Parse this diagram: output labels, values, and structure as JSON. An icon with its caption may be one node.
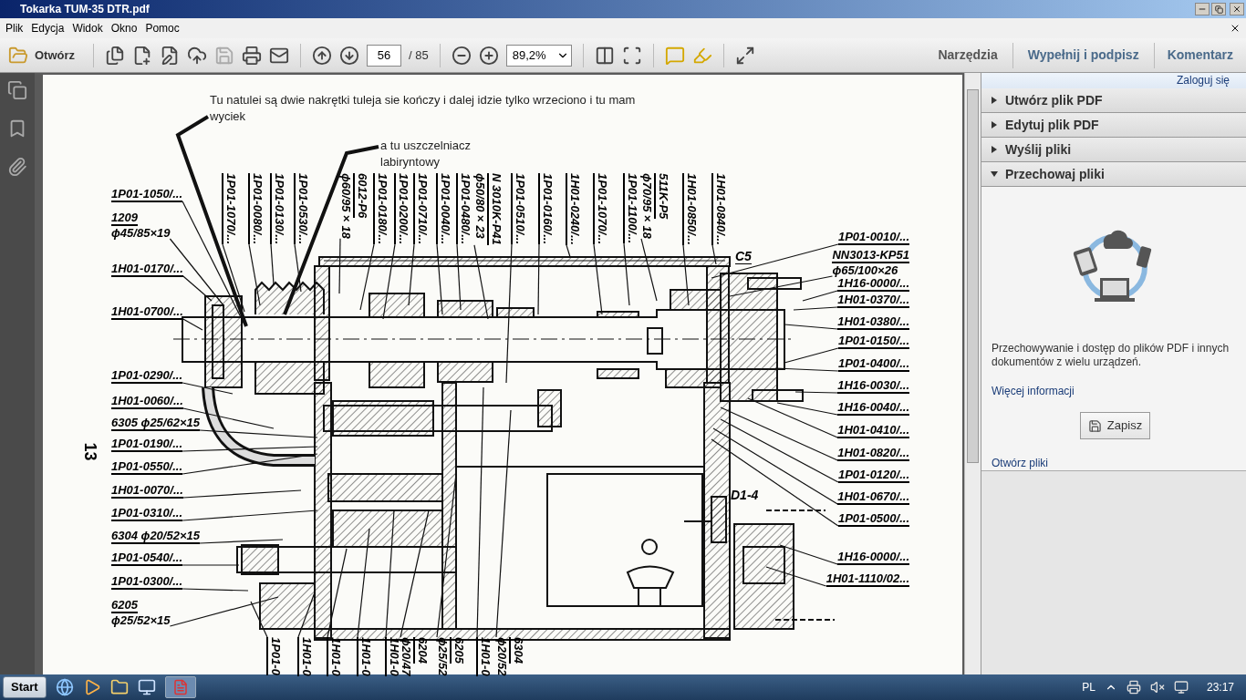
{
  "diagram": {
    "nodes": [
      {
        "text": [
          "Tu natulei są dwie nakrętki tuleja sie kończy i dalej idzie tylko wrzeciono i tu mam wyciek"
        ]
      },
      {
        "text": [
          "a tu uszczelniacz labiryntowy"
        ]
      },
      {
        "text": [
          "1P01-1050/..."
        ]
      },
      {
        "text": [
          "1209",
          "ϕ45/85×19"
        ]
      },
      {
        "text": [
          "1H01-0170/..."
        ]
      },
      {
        "text": [
          "1H01-0700/..."
        ]
      },
      {
        "text": [
          "1P01-0290/..."
        ]
      },
      {
        "text": [
          "1H01-0060/..."
        ]
      },
      {
        "text": [
          "6305 ϕ25/62×15"
        ]
      },
      {
        "text": [
          "1P01-0190/..."
        ]
      },
      {
        "text": [
          "1P01-0550/..."
        ]
      },
      {
        "text": [
          "1H01-0070/..."
        ]
      },
      {
        "text": [
          "1P01-0310/..."
        ]
      },
      {
        "text": [
          "6304 ϕ20/52×15"
        ]
      },
      {
        "text": [
          "1P01-0540/..."
        ]
      },
      {
        "text": [
          "1P01-0300/..."
        ]
      },
      {
        "text": [
          "6205",
          "ϕ25/52×15"
        ]
      },
      {
        "text": [
          "1P01-1070/..."
        ]
      },
      {
        "text": [
          "1P01-0080/..."
        ]
      },
      {
        "text": [
          "1P01-0130/..."
        ]
      },
      {
        "text": [
          "1P01-0530/..."
        ]
      },
      {
        "text": [
          "6012-P6",
          "ϕ60/95×18"
        ]
      },
      {
        "text": [
          "1P01-0180/..."
        ]
      },
      {
        "text": [
          "1P01-0200/..."
        ]
      },
      {
        "text": [
          "1P01-0710/..."
        ]
      },
      {
        "text": [
          "1P01-0040/..."
        ]
      },
      {
        "text": [
          "1P01-0480/..."
        ]
      },
      {
        "text": [
          "N 3010K-P41",
          "ϕ50/80×23"
        ]
      },
      {
        "text": [
          "1P01-0510/..."
        ]
      },
      {
        "text": [
          "1P01-0160/..."
        ]
      },
      {
        "text": [
          "1H01-0240/..."
        ]
      },
      {
        "text": [
          "1P01-1070/..."
        ]
      },
      {
        "text": [
          "1P01-1100/..."
        ]
      },
      {
        "text": [
          "511K-P5",
          "ϕ70/95×18"
        ]
      },
      {
        "text": [
          "1H01-0850/..."
        ]
      },
      {
        "text": [
          "1H01-0840/..."
        ]
      },
      {
        "text": [
          "1P01-0010/..."
        ]
      },
      {
        "text": [
          "NN3013-KP51",
          "ϕ65/100×26"
        ]
      },
      {
        "text": [
          "1H16-0000/..."
        ]
      },
      {
        "text": [
          "1H01-0370/..."
        ]
      },
      {
        "text": [
          "1H01-0380/..."
        ]
      },
      {
        "text": [
          "1P01-0150/..."
        ]
      },
      {
        "text": [
          "1P01-0400/..."
        ]
      },
      {
        "text": [
          "1H16-0030/..."
        ]
      },
      {
        "text": [
          "1H16-0040/..."
        ]
      },
      {
        "text": [
          "1H01-0410/..."
        ]
      },
      {
        "text": [
          "1H01-0820/..."
        ]
      },
      {
        "text": [
          "1P01-0120/..."
        ]
      },
      {
        "text": [
          "1H01-0670/..."
        ]
      },
      {
        "text": [
          "1P01-0500/..."
        ]
      },
      {
        "text": [
          "1H16-0000/..."
        ]
      },
      {
        "text": [
          "1H01-1110/02..."
        ]
      },
      {
        "text": [
          "1P01-0"
        ]
      },
      {
        "text": [
          "1H01-0"
        ]
      },
      {
        "text": [
          "1H01-0"
        ]
      },
      {
        "text": [
          "1H01-0"
        ]
      },
      {
        "text": [
          "1H01-0"
        ]
      },
      {
        "text": [
          "6204",
          "ϕ20/47"
        ]
      },
      {
        "text": [
          "6205",
          "ϕ25/52"
        ]
      },
      {
        "text": [
          "1H01-0"
        ]
      },
      {
        "text": [
          "6304",
          "ϕ20/52"
        ]
      }
    ],
    "edges": [
      {
        "from": 0,
        "to": null,
        "arrow": "none",
        "style": "thick"
      },
      {
        "from": 1,
        "to": null,
        "arrow": "none",
        "style": "thick"
      },
      {
        "from": 2,
        "to": null,
        "arrow": "none"
      },
      {
        "from": 3,
        "to": null,
        "arrow": "none"
      },
      {
        "from": 4,
        "to": null,
        "arrow": "none"
      },
      {
        "from": 5,
        "to": null,
        "arrow": "none"
      },
      {
        "from": 6,
        "to": null,
        "arrow": "none"
      },
      {
        "from": 7,
        "to": null,
        "arrow": "none"
      },
      {
        "from": 8,
        "to": null,
        "arrow": "none"
      },
      {
        "from": 9,
        "to": null,
        "arrow": "none"
      },
      {
        "from": 10,
        "to": null,
        "arrow": "none"
      },
      {
        "from": 11,
        "to": null,
        "arrow": "none"
      },
      {
        "from": 12,
        "to": null,
        "arrow": "none"
      },
      {
        "from": 13,
        "to": null,
        "arrow": "none"
      },
      {
        "from": 14,
        "to": null,
        "arrow": "none"
      },
      {
        "from": 15,
        "to": null,
        "arrow": "none"
      },
      {
        "from": 16,
        "to": null,
        "arrow": "none"
      },
      {
        "from": 17,
        "to": null,
        "arrow": "none"
      },
      {
        "from": 18,
        "to": null,
        "arrow": "none"
      },
      {
        "from": 19,
        "to": null,
        "arrow": "none"
      },
      {
        "from": 20,
        "to": null,
        "arrow": "none"
      },
      {
        "from": 21,
        "to": null,
        "arrow": "none"
      },
      {
        "from": 22,
        "to": null,
        "arrow": "none"
      },
      {
        "from": 23,
        "to": null,
        "arrow": "none"
      },
      {
        "from": 24,
        "to": null,
        "arrow": "none"
      },
      {
        "from": 25,
        "to": null,
        "arrow": "none"
      },
      {
        "from": 26,
        "to": null,
        "arrow": "none"
      },
      {
        "from": 27,
        "to": null,
        "arrow": "none"
      },
      {
        "from": 28,
        "to": null,
        "arrow": "none"
      },
      {
        "from": 29,
        "to": null,
        "arrow": "none"
      },
      {
        "from": 30,
        "to": null,
        "arrow": "none"
      },
      {
        "from": 31,
        "to": null,
        "arrow": "none"
      },
      {
        "from": 32,
        "to": null,
        "arrow": "none"
      },
      {
        "from": 33,
        "to": null,
        "arrow": "none"
      },
      {
        "from": 34,
        "to": null,
        "arrow": "none"
      },
      {
        "from": 35,
        "to": null,
        "arrow": "none"
      },
      {
        "from": 36,
        "to": null,
        "arrow": "none"
      },
      {
        "from": 37,
        "to": null,
        "arrow": "none"
      },
      {
        "from": 38,
        "to": null,
        "arrow": "none"
      },
      {
        "from": 39,
        "to": null,
        "arrow": "none"
      },
      {
        "from": 40,
        "to": null,
        "arrow": "none"
      },
      {
        "from": 41,
        "to": null,
        "arrow": "none"
      },
      {
        "from": 42,
        "to": null,
        "arrow": "none"
      },
      {
        "from": 43,
        "to": null,
        "arrow": "none"
      },
      {
        "from": 44,
        "to": null,
        "arrow": "none"
      },
      {
        "from": 45,
        "to": null,
        "arrow": "none"
      },
      {
        "from": 46,
        "to": null,
        "arrow": "none"
      },
      {
        "from": 47,
        "to": null,
        "arrow": "none"
      },
      {
        "from": 48,
        "to": null,
        "arrow": "none"
      },
      {
        "from": 49,
        "to": null,
        "arrow": "none"
      },
      {
        "from": 50,
        "to": null,
        "arrow": "none"
      },
      {
        "from": 51,
        "to": null,
        "arrow": "none"
      },
      {
        "from": 52,
        "to": null,
        "arrow": "none"
      },
      {
        "from": 53,
        "to": null,
        "arrow": "none"
      },
      {
        "from": 54,
        "to": null,
        "arrow": "none"
      },
      {
        "from": 55,
        "to": null,
        "arrow": "none"
      },
      {
        "from": 56,
        "to": null,
        "arrow": "none"
      },
      {
        "from": 57,
        "to": null,
        "arrow": "none"
      },
      {
        "from": 58,
        "to": null,
        "arrow": "none"
      },
      {
        "from": 59,
        "to": null,
        "arrow": "none"
      },
      {
        "from": 60,
        "to": null,
        "arrow": "none"
      }
    ],
    "labels": [
      "Tokarka TUM-35 DTR.pdf",
      "Plik",
      "Edycja",
      "Widok",
      "Okno",
      "Pomoc",
      "Otwórz",
      "56",
      "/ 85",
      "89,2%",
      "Narzędzia",
      "Wypełnij i podpisz",
      "Komentarz",
      "13",
      "C5",
      "D1-4",
      "Zaloguj się",
      "Utwórz plik PDF",
      "Edytuj plik PDF",
      "Wyślij pliki",
      "Przechowaj pliki",
      "Przechowywanie i dostęp do plików PDF i innych dokumentów z wielu urządzeń.",
      "Więcej informacji",
      "Zapisz",
      "Otwórz pliki",
      "Start",
      "PL",
      "23:17"
    ]
  }
}
